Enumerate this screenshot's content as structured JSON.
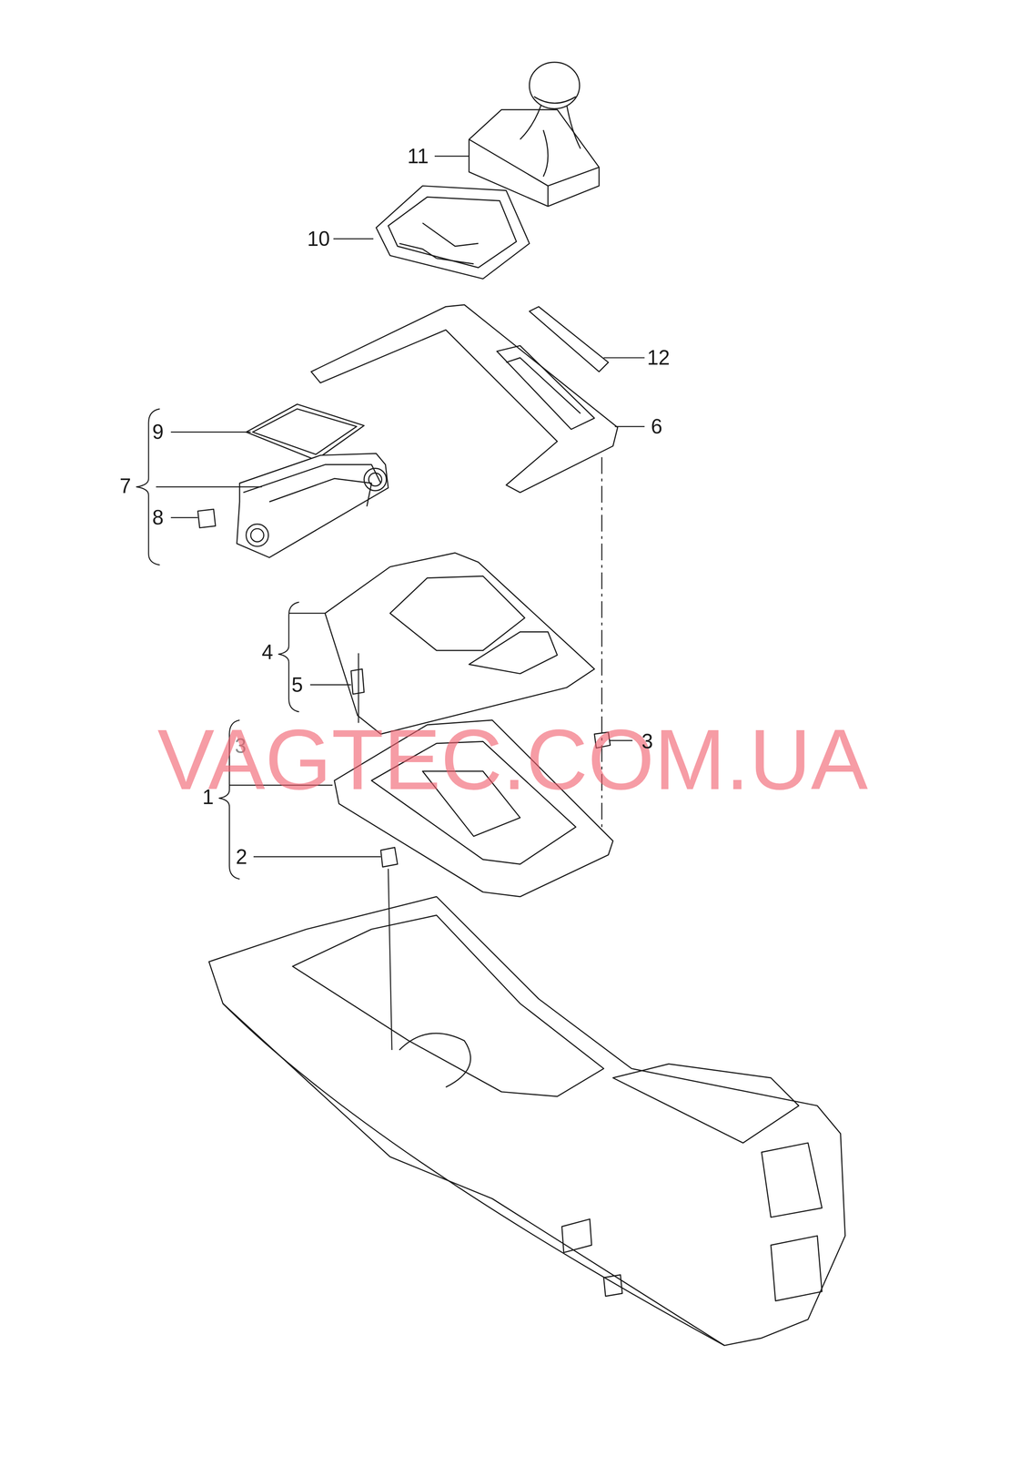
{
  "diagram": {
    "labels": [
      "11",
      "10",
      "12",
      "9",
      "6",
      "7",
      "8",
      "4",
      "5",
      "3",
      "VAGTEC.COM.UA",
      "3",
      "1",
      "2"
    ]
  }
}
